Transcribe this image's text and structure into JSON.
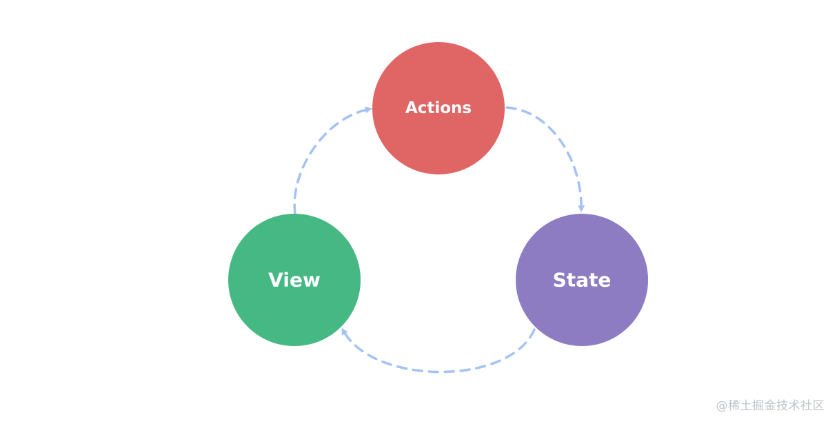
{
  "diagram": {
    "nodes": [
      {
        "id": "actions",
        "label": "Actions",
        "color": "#E06666"
      },
      {
        "id": "state",
        "label": "State",
        "color": "#8E7CC3"
      },
      {
        "id": "view",
        "label": "View",
        "color": "#45B884"
      }
    ],
    "edges": [
      {
        "from": "actions",
        "to": "state"
      },
      {
        "from": "state",
        "to": "view"
      },
      {
        "from": "view",
        "to": "actions"
      }
    ],
    "edge_color": "#A4C2F4",
    "edge_style": "dashed"
  },
  "watermark": {
    "text": "@稀土掘金技术社区"
  }
}
